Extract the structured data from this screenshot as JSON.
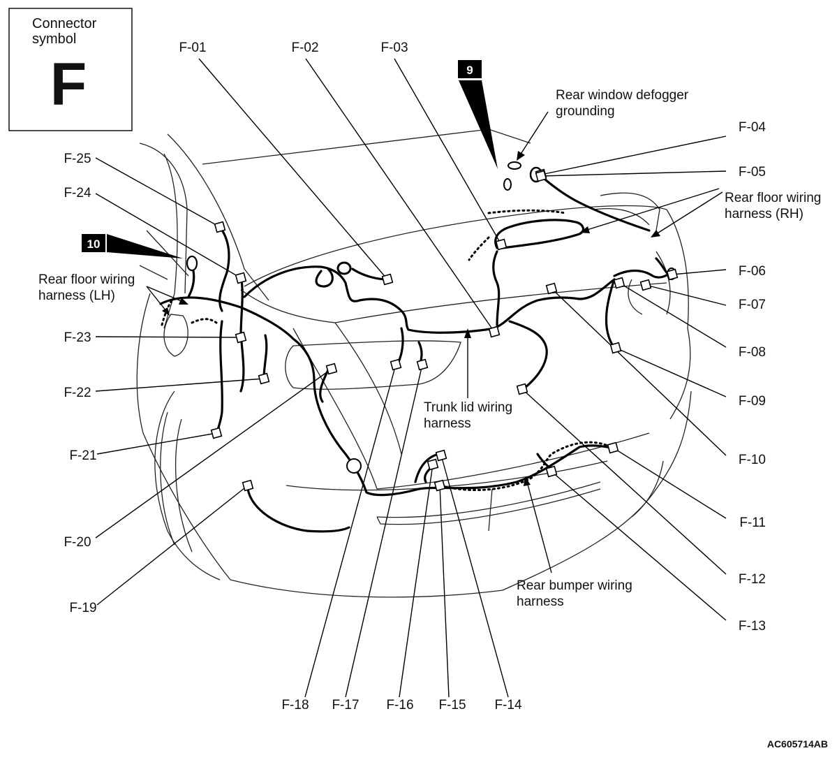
{
  "legend": {
    "title": "Connector symbol",
    "symbol": "F"
  },
  "markers": [
    {
      "id": "m9",
      "text": "9"
    },
    {
      "id": "m10",
      "text": "10"
    }
  ],
  "connectors": [
    "F-01",
    "F-02",
    "F-03",
    "F-04",
    "F-05",
    "F-06",
    "F-07",
    "F-08",
    "F-09",
    "F-10",
    "F-11",
    "F-12",
    "F-13",
    "F-14",
    "F-15",
    "F-16",
    "F-17",
    "F-18",
    "F-19",
    "F-20",
    "F-21",
    "F-22",
    "F-23",
    "F-24",
    "F-25"
  ],
  "annotations": {
    "defogger": [
      "Rear window defogger",
      "grounding"
    ],
    "floor_rh": [
      "Rear floor wiring",
      "harness (RH)"
    ],
    "floor_lh": [
      "Rear floor wiring",
      "harness (LH)"
    ],
    "trunk_lid": [
      "Trunk lid wiring",
      "harness"
    ],
    "bumper": [
      "Rear bumper wiring",
      "harness"
    ]
  },
  "figure_code": "AC605714AB"
}
